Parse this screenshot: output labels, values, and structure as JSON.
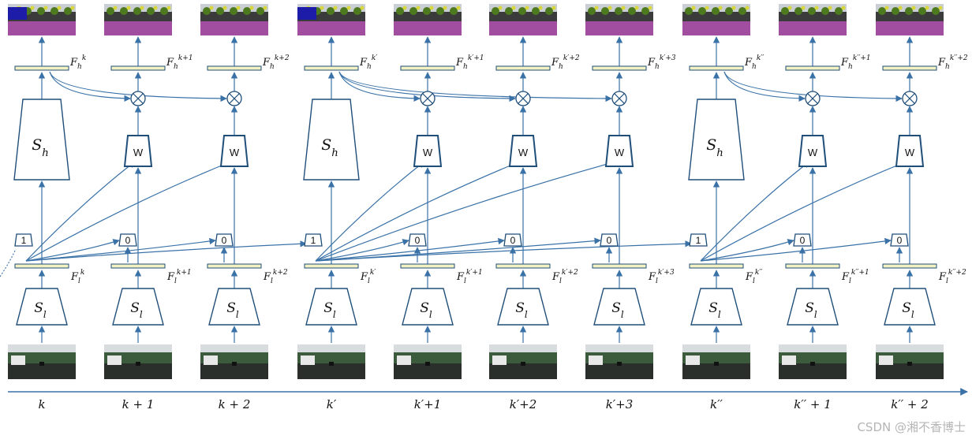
{
  "colors": {
    "arrow": "#3a72a8",
    "box_stroke": "#1f4e79",
    "feature_bar_fill": "#f3f0c2",
    "seg_sky": "#c9cfd4",
    "seg_road": "#a24ea0",
    "seg_tree": "#4e7a1f",
    "seg_building": "#3b3b3b",
    "seg_car": "#1c1ca8",
    "cam_sky": "#d9dcde",
    "cam_road": "#2a2f2c",
    "cam_trees": "#3c5a3c"
  },
  "columns": [
    {
      "id": "k",
      "time": "k",
      "key": true,
      "seg_car": true
    },
    {
      "id": "k1",
      "time": "k + 1",
      "key": false,
      "seg_car": false
    },
    {
      "id": "k2",
      "time": "k + 2",
      "key": false,
      "seg_car": false
    },
    {
      "id": "kp",
      "time": "k′",
      "key": true,
      "seg_car": true
    },
    {
      "id": "kp1",
      "time": "k′+1",
      "key": false,
      "seg_car": false
    },
    {
      "id": "kp2",
      "time": "k′+2",
      "key": false,
      "seg_car": false
    },
    {
      "id": "kp3",
      "time": "k′+3",
      "key": false,
      "seg_car": false
    },
    {
      "id": "kpp",
      "time": "k′′",
      "key": true,
      "seg_car": false
    },
    {
      "id": "kpp1",
      "time": "k′′ + 1",
      "key": false,
      "seg_car": false
    },
    {
      "id": "kpp2",
      "time": "k′′ + 2",
      "key": false,
      "seg_car": false
    }
  ],
  "labels": {
    "high_net": "S",
    "high_net_sub": "h",
    "low_net": "S",
    "low_net_sub": "l",
    "weight_net": "W",
    "keyframe_flag": "1",
    "nonkey_flag": "0",
    "feature_symbol": "F",
    "feature_high_sub": "h",
    "feature_low_sub": "l",
    "combine_symbol": "⊗"
  },
  "feature_superscripts": [
    "k",
    "k+1",
    "k+2",
    "k′",
    "k′+1",
    "k′+2",
    "k′+3",
    "k′′",
    "k′′+1",
    "k′′+2"
  ],
  "watermark": "CSDN @湘不香博士"
}
